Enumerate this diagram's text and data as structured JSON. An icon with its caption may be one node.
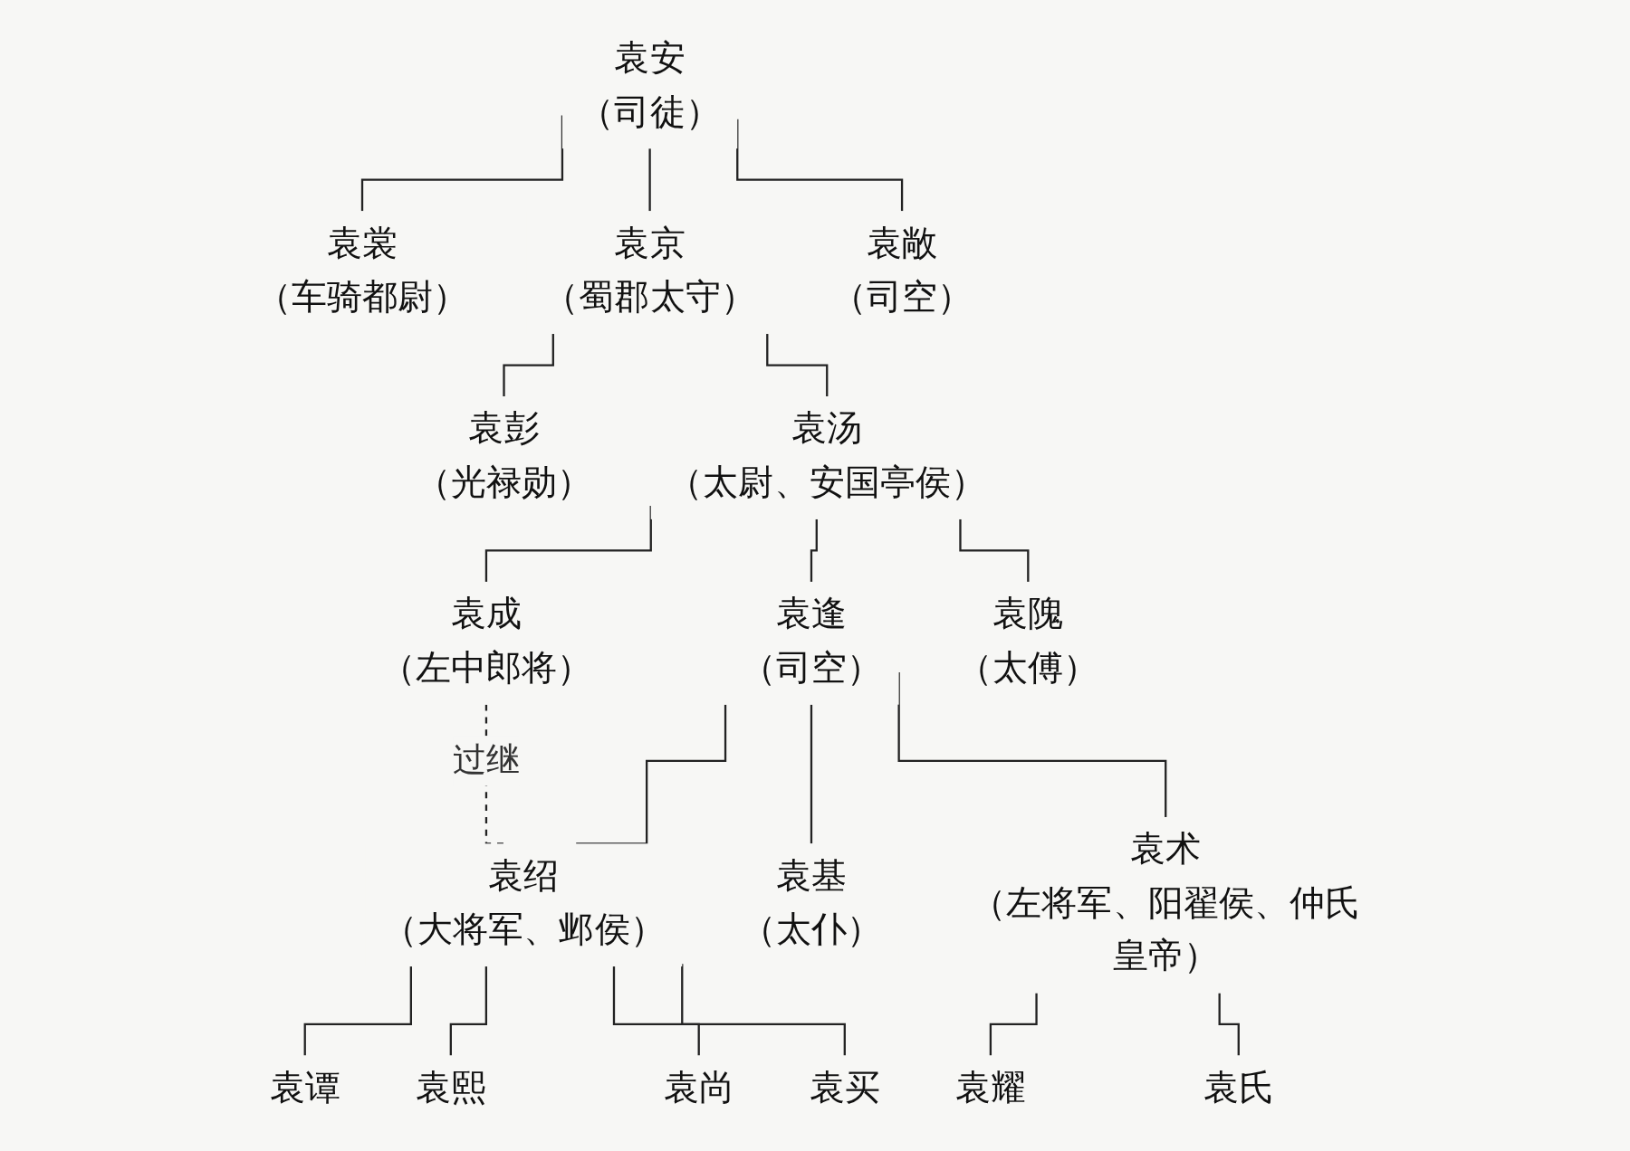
{
  "diagram": {
    "nodes": [
      {
        "text": [
          "袁安",
          "（司徒）"
        ]
      },
      {
        "text": [
          "袁裳",
          "（车骑都尉）"
        ]
      },
      {
        "text": [
          "袁京",
          "（蜀郡太守）"
        ]
      },
      {
        "text": [
          "袁敞",
          "（司空）"
        ]
      },
      {
        "text": [
          "袁彭",
          "（光禄勋）"
        ]
      },
      {
        "text": [
          "袁汤",
          "（太尉、安国亭侯）"
        ]
      },
      {
        "text": [
          "袁成",
          "（左中郎将）"
        ]
      },
      {
        "text": [
          "袁逢",
          "（司空）"
        ]
      },
      {
        "text": [
          "袁隗",
          "（太傅）"
        ]
      },
      {
        "text": [
          "袁绍",
          "（大将军、邺侯）"
        ]
      },
      {
        "text": [
          "袁基",
          "（太仆）"
        ]
      },
      {
        "text": [
          "袁术",
          "（左将军、阳翟侯、仲氏皇帝）"
        ]
      },
      {
        "text": [
          "袁谭"
        ]
      },
      {
        "text": [
          "袁熙"
        ]
      },
      {
        "text": [
          "袁尚"
        ]
      },
      {
        "text": [
          "袁买"
        ]
      },
      {
        "text": [
          "袁耀"
        ]
      },
      {
        "text": [
          "袁氏"
        ]
      }
    ],
    "edges": [
      {
        "from": 0,
        "to": 1,
        "arrow": "none"
      },
      {
        "from": 0,
        "to": 2,
        "arrow": "none"
      },
      {
        "from": 0,
        "to": 3,
        "arrow": "none"
      },
      {
        "from": 2,
        "to": 4,
        "arrow": "none"
      },
      {
        "from": 2,
        "to": 5,
        "arrow": "none"
      },
      {
        "from": 5,
        "to": 6,
        "arrow": "none"
      },
      {
        "from": 5,
        "to": 7,
        "arrow": "none"
      },
      {
        "from": 5,
        "to": 8,
        "arrow": "none"
      },
      {
        "from": 6,
        "to": 9,
        "arrow": "none",
        "label": "过继",
        "style": "dashed"
      },
      {
        "from": 7,
        "to": 9,
        "arrow": "none"
      },
      {
        "from": 7,
        "to": 10,
        "arrow": "none"
      },
      {
        "from": 7,
        "to": 11,
        "arrow": "none"
      },
      {
        "from": 9,
        "to": 12,
        "arrow": "none"
      },
      {
        "from": 9,
        "to": 13,
        "arrow": "none"
      },
      {
        "from": 9,
        "to": 14,
        "arrow": "none"
      },
      {
        "from": 9,
        "to": 15,
        "arrow": "none"
      },
      {
        "from": 11,
        "to": 16,
        "arrow": "none"
      },
      {
        "from": 11,
        "to": 17,
        "arrow": "none"
      }
    ]
  }
}
